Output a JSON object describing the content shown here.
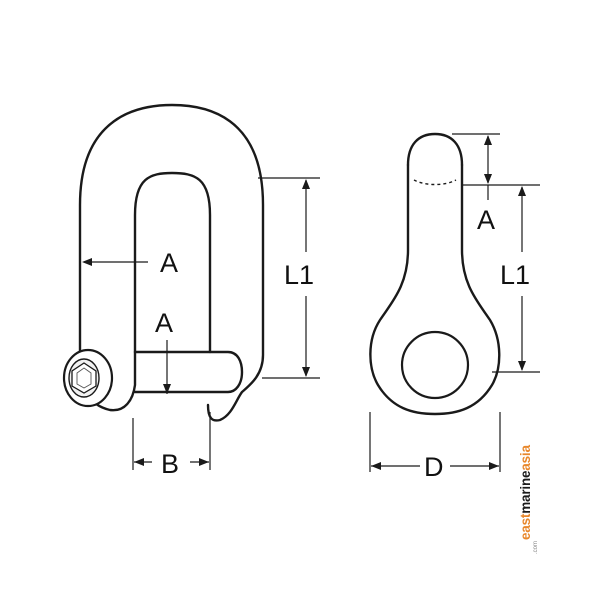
{
  "front_view": {
    "labels": {
      "a_upper": "A",
      "a_lower": "A",
      "l1": "L1",
      "b": "B"
    }
  },
  "side_view": {
    "labels": {
      "a": "A",
      "l1": "L1",
      "d": "D"
    }
  },
  "watermark": {
    "part_east": "east",
    "part_marine": "marine",
    "part_asia": "asia",
    "domain": ".com",
    "colors": {
      "orange": "#e8872b",
      "dark": "#1a1a1a"
    }
  }
}
